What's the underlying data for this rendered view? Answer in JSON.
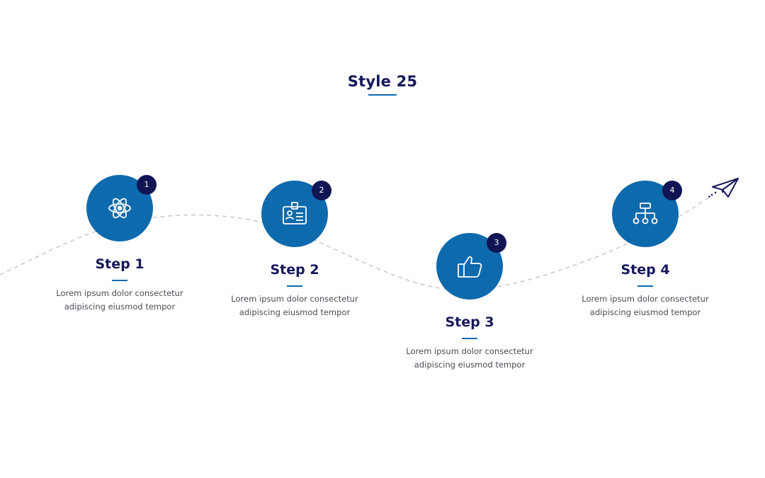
{
  "title": "Style 25",
  "steps": [
    {
      "number": "1",
      "title": "Step 1",
      "description": "Lorem ipsum dolor consectetur adipiscing eiusmod tempor",
      "icon": "atom-icon"
    },
    {
      "number": "2",
      "title": "Step 2",
      "description": "Lorem ipsum dolor consectetur adipiscing eiusmod tempor",
      "icon": "id-badge-icon"
    },
    {
      "number": "3",
      "title": "Step 3",
      "description": "Lorem ipsum dolor consectetur adipiscing eiusmod tempor",
      "icon": "thumbs-up-icon"
    },
    {
      "number": "4",
      "title": "Step 4",
      "description": "Lorem ipsum dolor consectetur adipiscing eiusmod tempor",
      "icon": "sitemap-icon"
    }
  ],
  "end_icon": "paper-plane-icon",
  "colors": {
    "primary": "#0d6aad",
    "dark": "#15185a",
    "badge": "#101554",
    "text": "#4b4b55",
    "path": "#c8c8cc"
  }
}
